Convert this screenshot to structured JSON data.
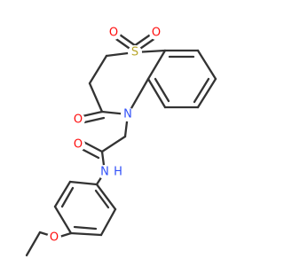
{
  "colors": {
    "background": "#ffffff",
    "bond": "#333333",
    "oxygen": "#ff0d0d",
    "nitrogen": "#3050f8",
    "sulfur": "#b8a52a"
  },
  "atoms": {
    "sulfur": "S",
    "sulfonyl_oxygen_left": "O",
    "sulfonyl_oxygen_right": "O",
    "lactam_oxygen": "O",
    "ring_nitrogen": "N",
    "amide_oxygen": "O",
    "amide_nitrogen": "N",
    "amide_hydrogen": "H",
    "ether_oxygen": "O"
  }
}
